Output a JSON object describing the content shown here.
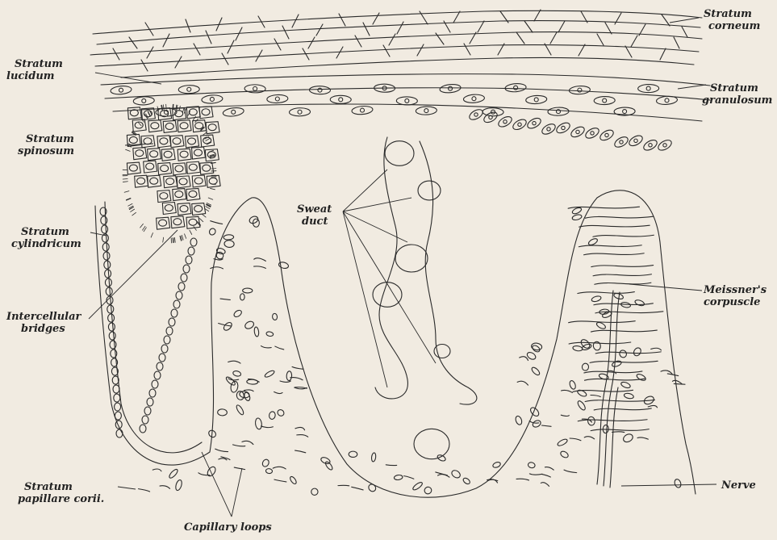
{
  "labels": {
    "stratum_corneum": [
      "Stratum",
      "corneum"
    ],
    "stratum_lucidum": [
      "Stratum",
      "lucidum"
    ],
    "stratum_granulosum": [
      "Stratum",
      "granulosum"
    ],
    "stratum_spinosum": [
      "Stratum",
      "spinosum"
    ],
    "sweat_duct": [
      "Sweat",
      "duct"
    ],
    "stratum_cylindricum": [
      "Stratum",
      "cylindricum"
    ],
    "meissners_corpuscle": [
      "Meissner's",
      "corpuscle"
    ],
    "intercellular_bridges": [
      "Intercellular",
      "bridges"
    ],
    "nerve": [
      "Nerve"
    ],
    "stratum_papillare_corii": [
      "Stratum",
      "papillare corii."
    ],
    "capillary_loops": [
      "Capillary loops"
    ]
  },
  "colors": {
    "background": "#f1ebe1",
    "ink": "#2a2a2a"
  }
}
